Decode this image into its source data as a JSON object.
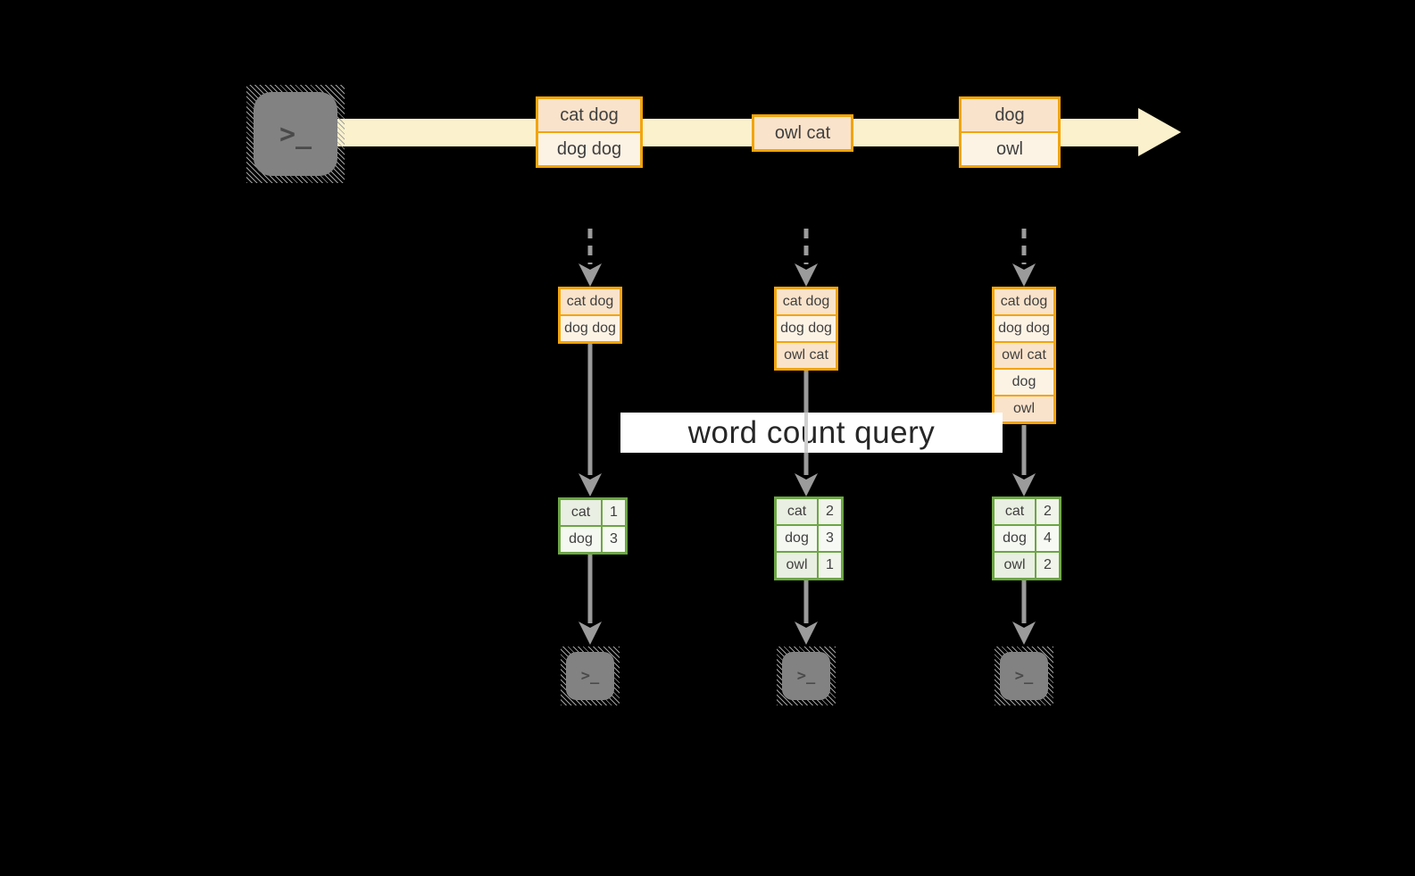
{
  "title": "word count query",
  "icons": {
    "prompt": ">_"
  },
  "colors": {
    "background": "#000000",
    "stream_band": "#fbf1cc",
    "orange_border": "#f2a40b",
    "orange_fill_dark": "#fae3cb",
    "orange_fill_light": "#fdf3e5",
    "green_border": "#6ca644",
    "green_fill": "#e9efe2",
    "arrow_gray": "#9b9b9b",
    "terminal_gray": "#828282",
    "query_bg": "#ffffff"
  },
  "stream": {
    "batches": [
      {
        "rows": [
          "cat dog",
          "dog dog"
        ]
      },
      {
        "rows": [
          "owl cat"
        ]
      },
      {
        "rows": [
          "dog",
          "owl"
        ]
      }
    ]
  },
  "columns": [
    {
      "state_rows": [
        "cat dog",
        "dog dog"
      ],
      "counts": [
        {
          "word": "cat",
          "count": "1"
        },
        {
          "word": "dog",
          "count": "3"
        }
      ]
    },
    {
      "state_rows": [
        "cat dog",
        "dog dog",
        "owl cat"
      ],
      "counts": [
        {
          "word": "cat",
          "count": "2"
        },
        {
          "word": "dog",
          "count": "3"
        },
        {
          "word": "owl",
          "count": "1"
        }
      ]
    },
    {
      "state_rows": [
        "cat dog",
        "dog dog",
        "owl cat",
        "dog",
        "owl"
      ],
      "counts": [
        {
          "word": "cat",
          "count": "2"
        },
        {
          "word": "dog",
          "count": "4"
        },
        {
          "word": "owl",
          "count": "2"
        }
      ]
    }
  ]
}
